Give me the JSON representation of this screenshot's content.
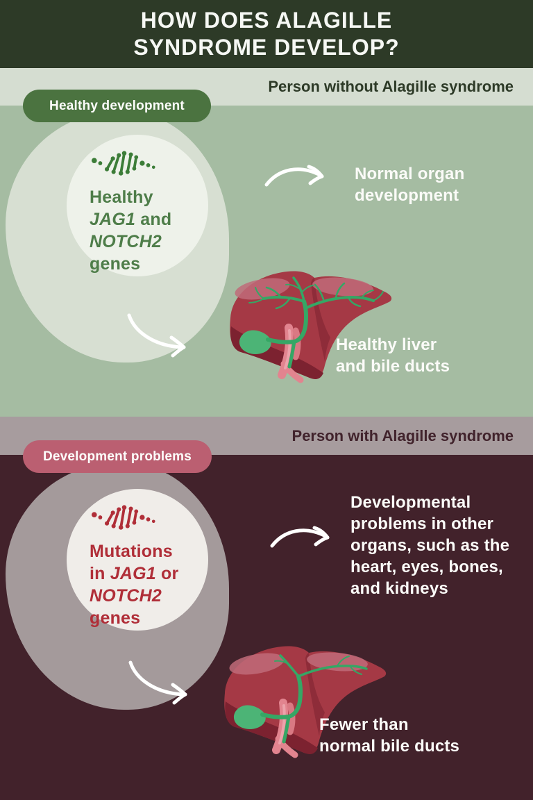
{
  "header": {
    "title": [
      "HOW DOES ALAGILLE",
      "SYNDROME DEVELOP?"
    ]
  },
  "healthy": {
    "band_label": "Person without Alagille syndrome",
    "pill_label": "Healthy development",
    "gene_circle": {
      "line1": "Healthy",
      "gene1": "JAG1",
      "conjunction": "and",
      "gene2": "NOTCH2",
      "line4": "genes"
    },
    "outcome_organs": {
      "lines": [
        "Normal organ",
        "development"
      ]
    },
    "outcome_liver": {
      "lines": [
        "Healthy liver",
        "and bile ducts"
      ]
    }
  },
  "alagille": {
    "band_label": "Person with Alagille syndrome",
    "pill_label": "Development problems",
    "gene_circle": {
      "line1": "Mutations",
      "prefix2": "in",
      "gene1": "JAG1",
      "conjunction": "or",
      "gene2": "NOTCH2",
      "line4": "genes"
    },
    "outcome_organs": {
      "lines": [
        "Developmental",
        "problems in other",
        "organs, such as the",
        "heart, eyes, bones,",
        "and kidneys"
      ]
    },
    "outcome_liver": {
      "lines": [
        "Fewer than",
        "normal bile ducts"
      ]
    }
  },
  "icons": {
    "dna_healthy": "dna-icon",
    "dna_mutated": "dna-icon",
    "arrow_right": "curved-arrow-right-icon",
    "arrow_down": "curved-arrow-down-icon",
    "liver_healthy": "healthy-liver-illustration",
    "liver_alagille": "alagille-liver-illustration"
  },
  "colors": {
    "header_bg": "#2d3a27",
    "healthy_bg": "#a5bca2",
    "healthy_band_bg": "#d5ddd1",
    "healthy_pill_bg": "#4b7340",
    "healthy_circle_bg": "#eef2ea",
    "healthy_text_green": "#4e7d49",
    "alagille_bg": "#42222b",
    "alagille_band_bg": "#a79c9e",
    "alagille_pill_bg": "#bb5f71",
    "alagille_circle_bg": "#f0ede9",
    "mutation_text_red": "#b02e38",
    "liver_body": "#a53945",
    "liver_shadow": "#7c2230",
    "bile_duct_green": "#35a765",
    "gallbladder_green": "#4cb476",
    "vessel_pink": "#e2848f",
    "text_white": "#fbfbf8"
  }
}
